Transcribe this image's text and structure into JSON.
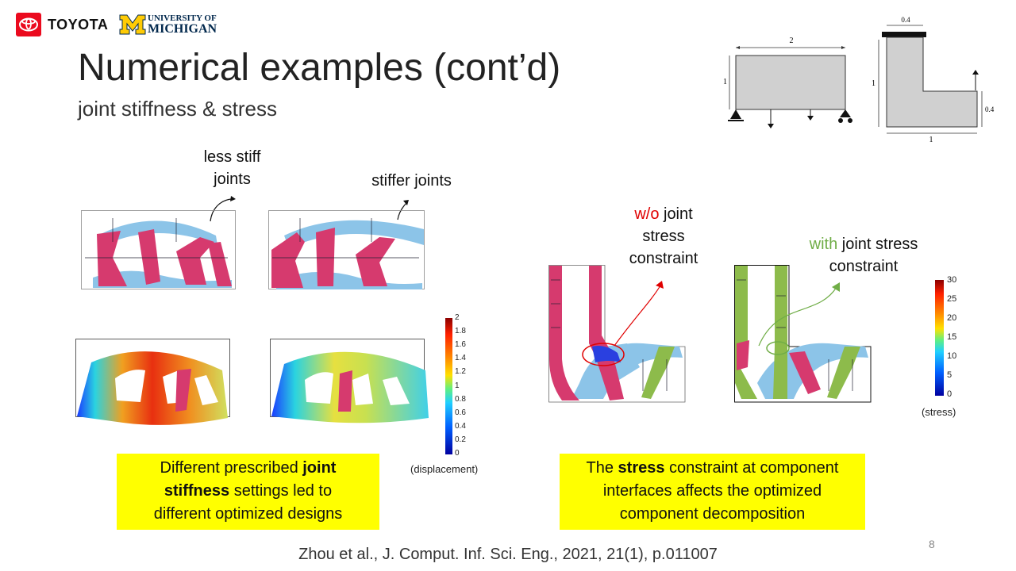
{
  "logos": {
    "toyota": "TOYOTA",
    "university_of": "UNIVERSITY OF",
    "michigan": "MICHIGAN"
  },
  "slide": {
    "title": "Numerical examples (cont’d)",
    "subtitle": "joint stiffness & stress",
    "page_number": "8",
    "citation": "Zhou et al., J. Comput. Inf. Sci. Eng., 2021, 21(1), p.011007"
  },
  "left_panel": {
    "label_less_stiff_line1": "less stiff",
    "label_less_stiff_line2": "joints",
    "label_stiffer": "stiffer joints",
    "colorbar_ticks": [
      "2",
      "1.8",
      "1.6",
      "1.4",
      "1.2",
      "1",
      "0.8",
      "0.6",
      "0.4",
      "0.2",
      "0"
    ],
    "colorbar_caption": "(displacement)",
    "callout_pre": "Different prescribed ",
    "callout_bold1": "joint",
    "callout_bold2": "stiffness",
    "callout_post": " settings led to",
    "callout_line3": "different optimized designs"
  },
  "right_panel": {
    "wo_red": "w/o",
    "wo_rest": " joint",
    "wo_line2": "stress",
    "wo_line3": "constraint",
    "with_green": "with",
    "with_rest": " joint stress",
    "with_line2": "constraint",
    "colorbar_ticks": [
      "30",
      "25",
      "20",
      "15",
      "10",
      "5",
      "0"
    ],
    "colorbar_caption": "(stress)",
    "callout_pre": "The ",
    "callout_bold": "stress",
    "callout_post": " constraint at component",
    "callout_line2": "interfaces affects the optimized",
    "callout_line3": "component decomposition"
  },
  "schematics": {
    "beam_width": "2",
    "beam_height": "1",
    "lshape_top": "0.4",
    "lshape_height": "1",
    "lshape_side": "0.4",
    "lshape_width": "1"
  },
  "colors": {
    "highlight": "#ffff00",
    "red_accent": "#e00000",
    "green_accent": "#70ad47",
    "component_pink": "#d63a6e",
    "component_blue": "#8cc4e8",
    "component_green": "#8dbb4b",
    "toyota_red": "#eb0a1e",
    "michigan_maize": "#ffcb05",
    "michigan_blue": "#00274c"
  }
}
